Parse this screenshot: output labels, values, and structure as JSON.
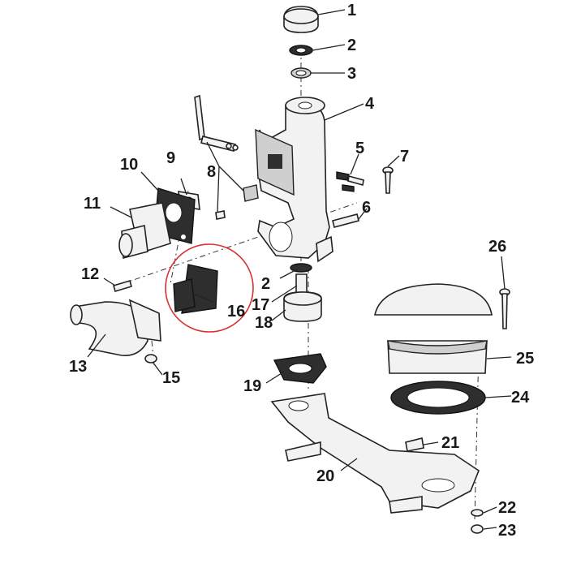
{
  "diagram": {
    "callouts": [
      {
        "id": "c1",
        "label": "1"
      },
      {
        "id": "c2a",
        "label": "2"
      },
      {
        "id": "c3",
        "label": "3"
      },
      {
        "id": "c4",
        "label": "4"
      },
      {
        "id": "c5",
        "label": "5"
      },
      {
        "id": "c7",
        "label": "7"
      },
      {
        "id": "c8",
        "label": "8"
      },
      {
        "id": "c9",
        "label": "9"
      },
      {
        "id": "c10",
        "label": "10"
      },
      {
        "id": "c11",
        "label": "11"
      },
      {
        "id": "c6",
        "label": "6"
      },
      {
        "id": "c12",
        "label": "12"
      },
      {
        "id": "c2b",
        "label": "2"
      },
      {
        "id": "c16",
        "label": "16"
      },
      {
        "id": "c17",
        "label": "17"
      },
      {
        "id": "c18",
        "label": "18"
      },
      {
        "id": "c13",
        "label": "13"
      },
      {
        "id": "c15",
        "label": "15"
      },
      {
        "id": "c26",
        "label": "26"
      },
      {
        "id": "c25",
        "label": "25"
      },
      {
        "id": "c19",
        "label": "19"
      },
      {
        "id": "c24",
        "label": "24"
      },
      {
        "id": "c21",
        "label": "21"
      },
      {
        "id": "c20",
        "label": "20"
      },
      {
        "id": "c22",
        "label": "22"
      },
      {
        "id": "c23",
        "label": "23"
      }
    ],
    "highlight_color": "#d93030"
  }
}
